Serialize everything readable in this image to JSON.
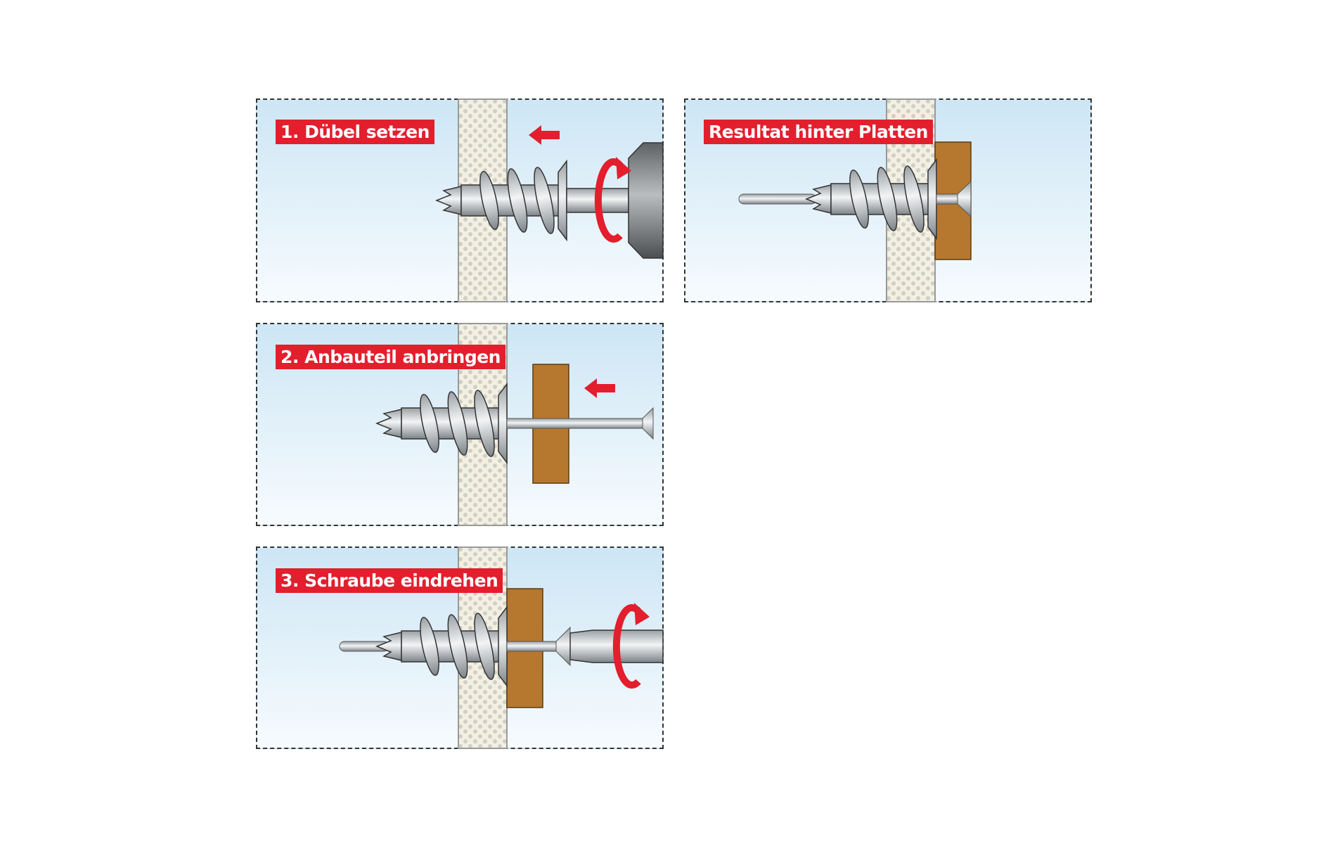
{
  "steps": {
    "step1": "1. Dübel setzen",
    "step2": "2. Anbauteil anbringen",
    "step3": "3. Schraube eindrehen",
    "result": "Resultat hinter Platten"
  },
  "colors": {
    "label_bg": "#e31e2d",
    "wood": "#b5782e",
    "wall": "#f3f0e2",
    "arrow": "#e31e2d"
  }
}
